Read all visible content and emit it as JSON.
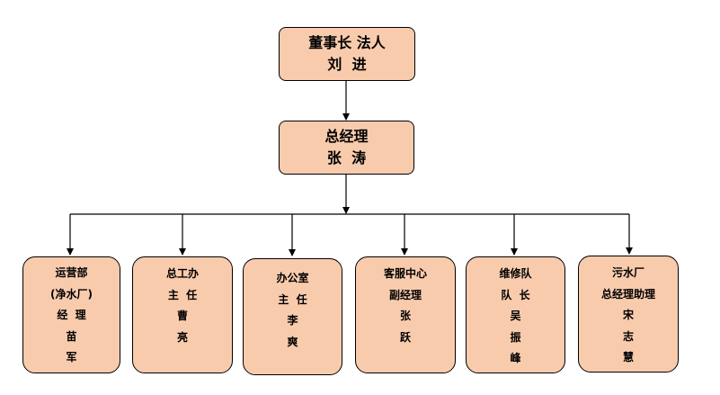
{
  "chairman": {
    "lines": [
      "董事长 法人",
      "刘  进"
    ]
  },
  "general_manager": {
    "lines": [
      "总经理",
      "张  涛"
    ]
  },
  "departments": [
    {
      "lines": [
        "运营部",
        "(净水厂)",
        "经  理",
        "苗",
        "军"
      ]
    },
    {
      "lines": [
        "总工办",
        "主  任",
        "曹",
        "亮"
      ]
    },
    {
      "lines": [
        "办公室",
        "主  任",
        "李",
        "爽"
      ]
    },
    {
      "lines": [
        "客服中心",
        "副经理",
        "张",
        "跃"
      ]
    },
    {
      "lines": [
        "维修队",
        "队  长",
        "吴",
        "振",
        "峰"
      ]
    },
    {
      "lines": [
        "污水厂",
        "总经理助理",
        "宋",
        "志",
        "慧"
      ]
    }
  ],
  "colors": {
    "box_fill": "#F9CBAD",
    "box_border": "#000000",
    "connector": "#000000"
  }
}
